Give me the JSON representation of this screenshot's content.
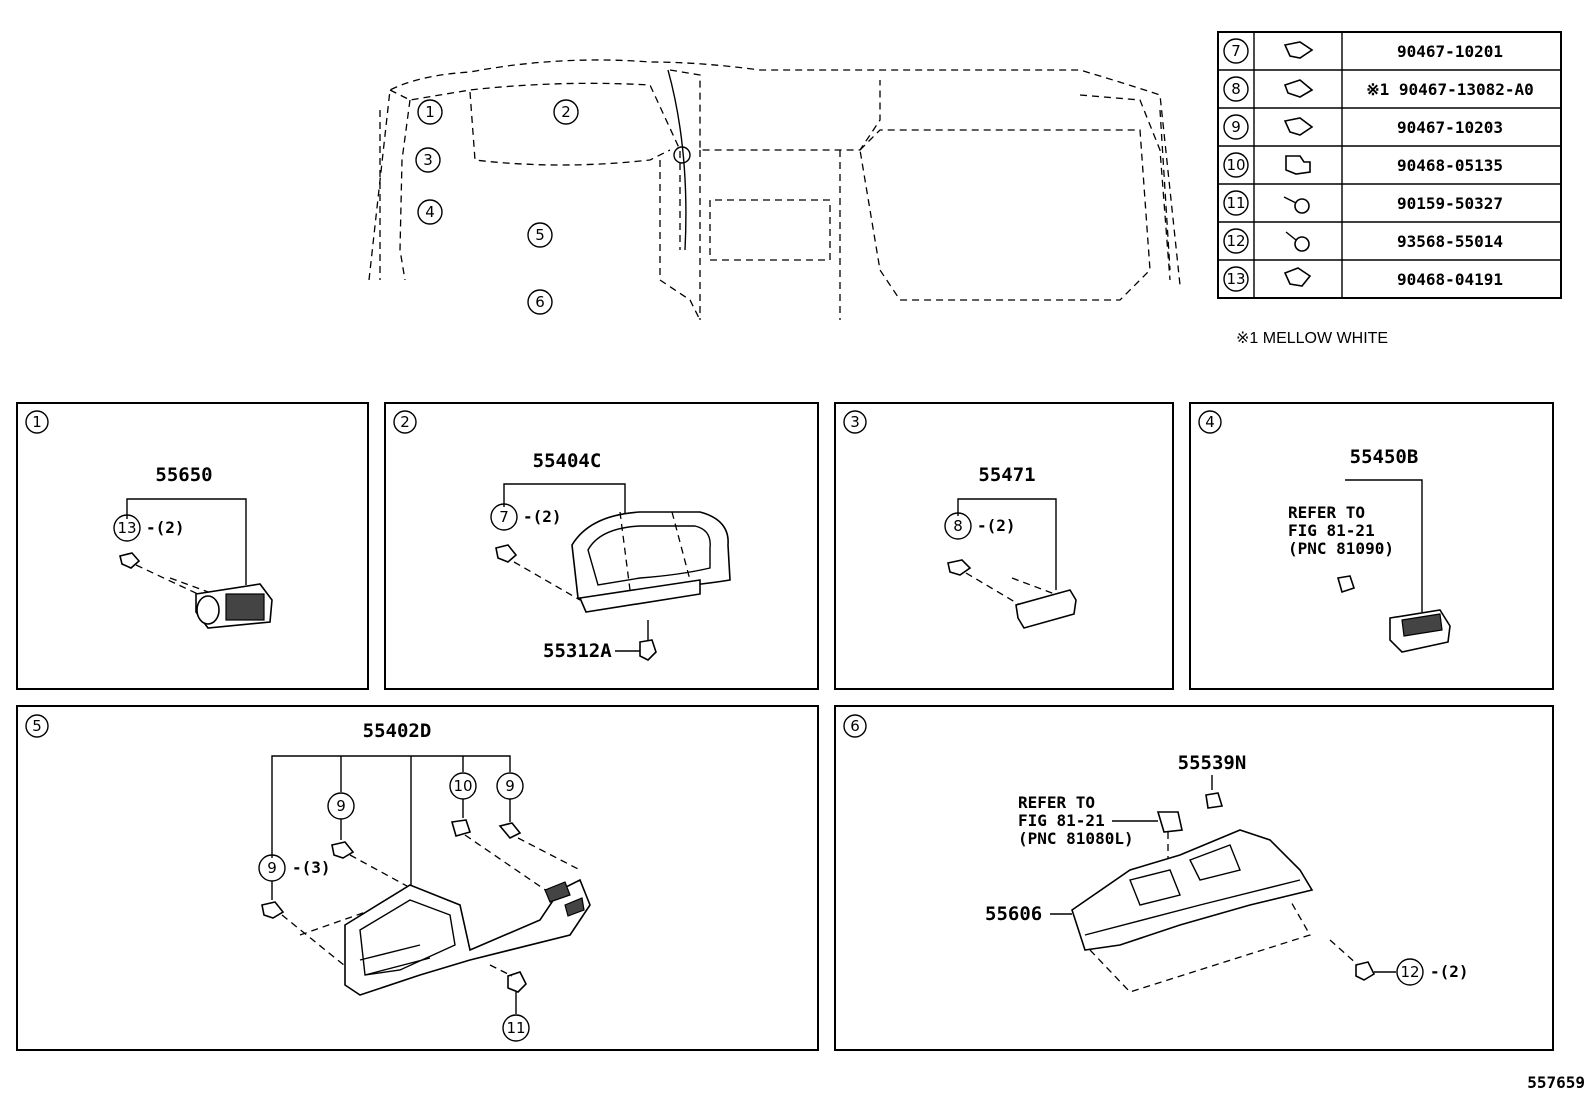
{
  "overview": {
    "callouts": [
      "1",
      "2",
      "3",
      "4",
      "5",
      "6"
    ]
  },
  "parts_table": [
    {
      "ref": "7",
      "icon": "clip-icon",
      "part": "90467-10201"
    },
    {
      "ref": "8",
      "icon": "clip-icon",
      "part": "※1 90467-13082-A0"
    },
    {
      "ref": "9",
      "icon": "clip-icon",
      "part": "90467-10203"
    },
    {
      "ref": "10",
      "icon": "nut-clip-icon",
      "part": "90468-05135"
    },
    {
      "ref": "11",
      "icon": "screw-icon",
      "part": "90159-50327"
    },
    {
      "ref": "12",
      "icon": "screw-icon",
      "part": "93568-55014"
    },
    {
      "ref": "13",
      "icon": "clip-icon",
      "part": "90468-04191"
    }
  ],
  "table_note": "※1 MELLOW WHITE",
  "panels": {
    "p1": {
      "num": "1",
      "part": "55650",
      "clip": "13",
      "qty": "-(2)"
    },
    "p2": {
      "num": "2",
      "part": "55404C",
      "clip": "7",
      "qty": "-(2)",
      "sub": "55312A"
    },
    "p3": {
      "num": "3",
      "part": "55471",
      "clip": "8",
      "qty": "-(2)"
    },
    "p4": {
      "num": "4",
      "part": "55450B",
      "ref1": "REFER TO",
      "ref2": "FIG 81-21",
      "ref3": "(PNC 81090)"
    },
    "p5": {
      "num": "5",
      "part": "55402D",
      "c9a": "9",
      "c9b": "9",
      "c9c": "9",
      "qty": "-(3)",
      "c10": "10",
      "c11": "11"
    },
    "p6": {
      "num": "6",
      "part": "55606",
      "sub": "55539N",
      "ref1": "REFER TO",
      "ref2": "FIG 81-21",
      "ref3": "(PNC 81080L)",
      "c12": "12",
      "qty": "-(2)"
    }
  },
  "figure_id": "557659"
}
